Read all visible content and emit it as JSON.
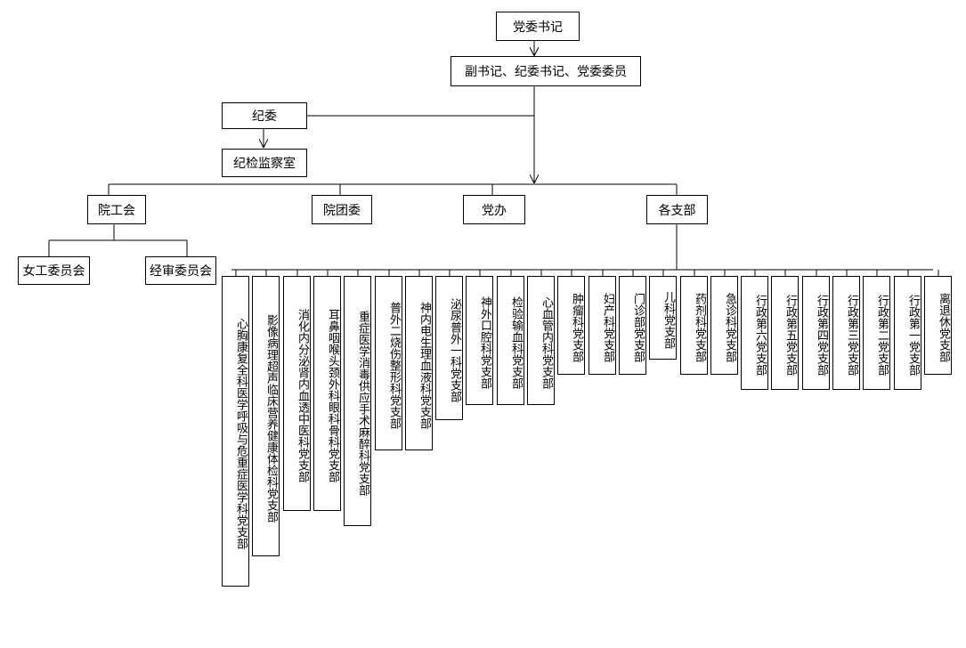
{
  "top": {
    "secretary": "党委书记",
    "deputies": "副书记、纪委书记、党委委员"
  },
  "discipline": {
    "committee": "纪委",
    "office": "纪检监察室"
  },
  "level2": {
    "union": "院工会",
    "youth_league": "院团委",
    "party_office": "党办",
    "branches": "各支部"
  },
  "union_children": {
    "women": "女工委员会",
    "audit": "经审委员会"
  },
  "branches": [
    "心胸康复全科医学呼吸与危重症医学科党支部",
    "影像病理超声临床营养健康体检科党支部",
    "消化内分泌肾内血透中医科党支部",
    "耳鼻咽喉头颈外科眼科骨科党支部",
    "重症医学消毒供应手术麻醉科党支部",
    "普外二烧伤整形科党支部",
    "神内电生理血液科党支部",
    "泌尿普外一科党支部",
    "神外口腔科党支部",
    "检验输血科党支部",
    "心血管内科党支部",
    "肿瘤科党支部",
    "妇产科党支部",
    "门诊部党支部",
    "儿科党支部",
    "药剂科党支部",
    "急诊科党支部",
    "行政第六党支部",
    "行政第五党支部",
    "行政第四党支部",
    "行政第三党支部",
    "行政第二党支部",
    "行政第一党支部",
    "离退休党支部"
  ]
}
